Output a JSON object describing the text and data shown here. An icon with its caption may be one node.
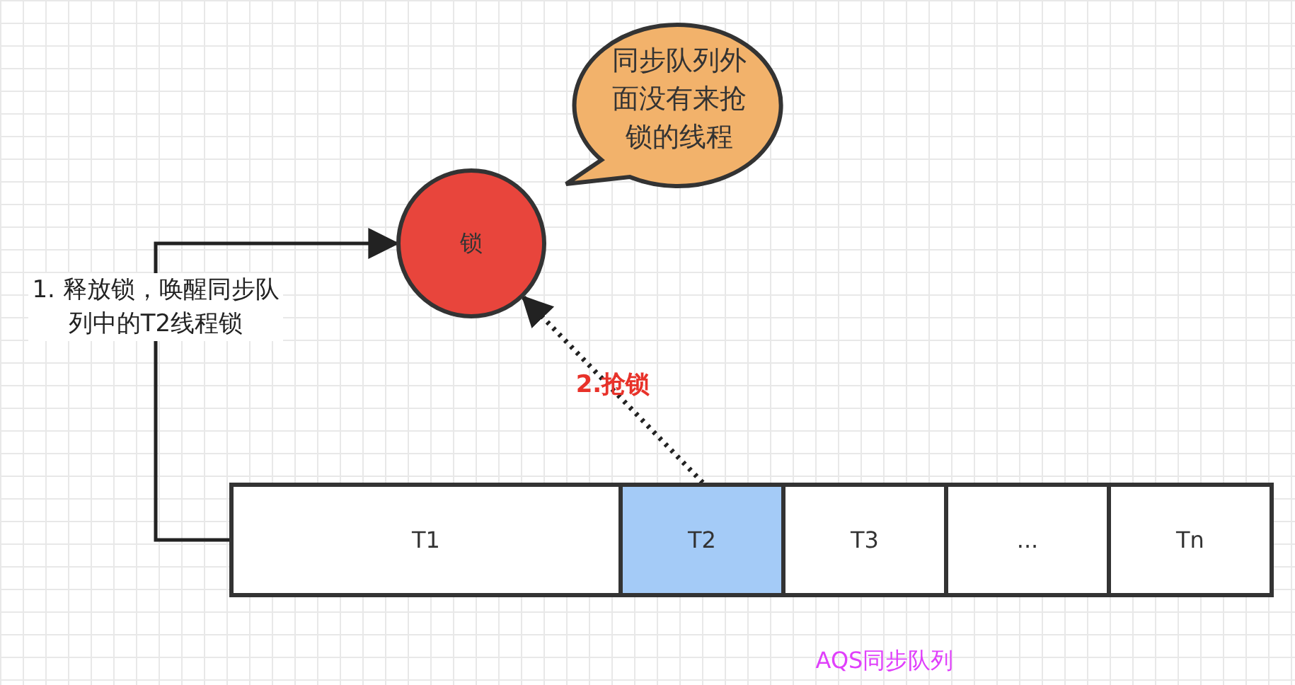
{
  "diagram": {
    "nodes": [
      {
        "text": [
          "锁"
        ]
      },
      {
        "text": [
          "同步队列外面没有来抢锁的线程"
        ]
      },
      {
        "text": [
          "T1"
        ]
      },
      {
        "text": [
          "T2"
        ]
      },
      {
        "text": [
          "T3"
        ]
      },
      {
        "text": [
          "..."
        ]
      },
      {
        "text": [
          "Tn"
        ]
      }
    ],
    "edges": [
      {
        "from": 2,
        "to": 0,
        "arrow": "to",
        "label": "1. 释放锁，唤醒同步队列中的T2线程锁"
      },
      {
        "from": 3,
        "to": 0,
        "arrow": "to",
        "label": "2.抢锁",
        "style": "dashed"
      }
    ],
    "labels": [
      "AQS同步队列"
    ]
  }
}
